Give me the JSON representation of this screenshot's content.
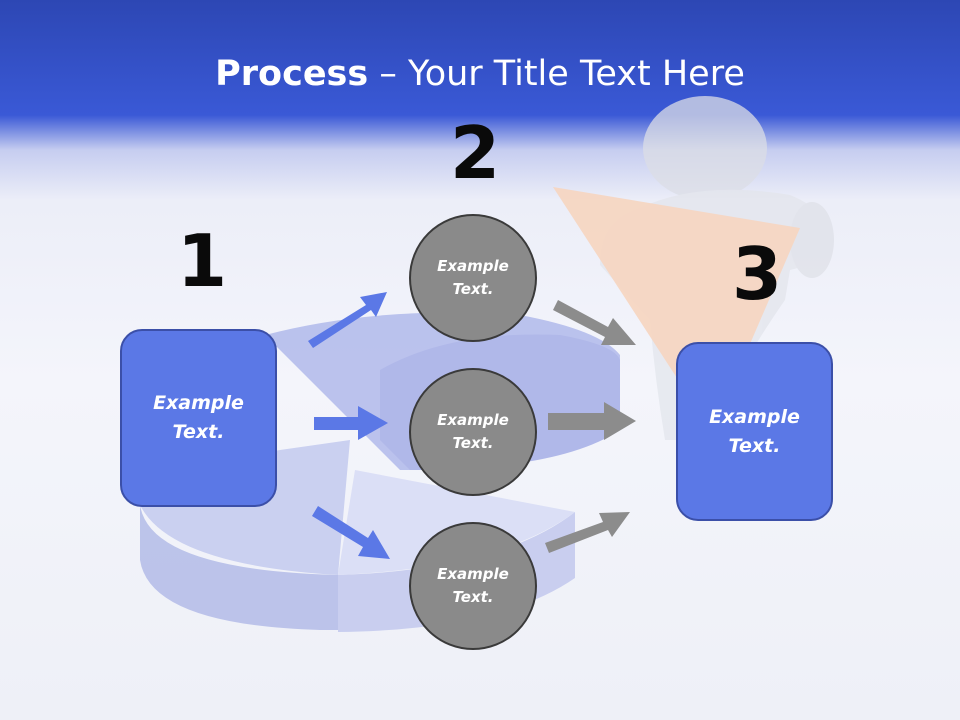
{
  "slide": {
    "title_bold": "Process",
    "title_rest": " – Your Title Text Here"
  },
  "steps": [
    {
      "number": "1",
      "label": "Example\nText."
    },
    {
      "number": "2",
      "label": "Example\nText."
    },
    {
      "number": "3",
      "label": "Example\nText."
    }
  ],
  "circles": [
    {
      "label": "Example\nText."
    },
    {
      "label": "Example\nText."
    },
    {
      "label": "Example\nText."
    }
  ],
  "colors": {
    "header_blue": "#3a59d6",
    "box_blue": "#5b78e6",
    "arrow_blue": "#5b78e6",
    "arrow_gray": "#8c8c8c",
    "circle_gray": "#8a8a8a",
    "triangle_peach": "#f6d6c2"
  },
  "icons": [
    "pie-chart-icon",
    "person-figure-icon"
  ]
}
